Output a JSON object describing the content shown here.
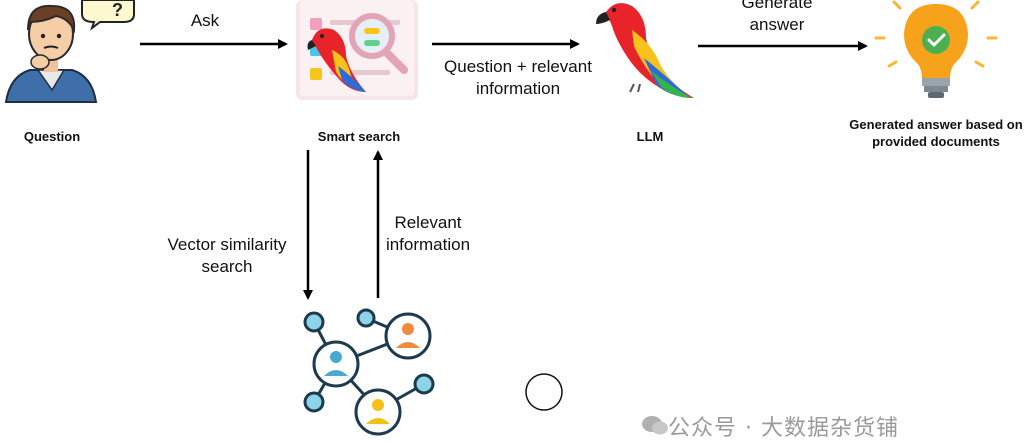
{
  "nodes": {
    "question": {
      "label": "Question",
      "icon": "person-thinking-icon"
    },
    "smart_search": {
      "label": "Smart search",
      "icon": "parrot-search-icon"
    },
    "llm": {
      "label": "LLM",
      "icon": "parrot-icon"
    },
    "answer": {
      "label": "Generated answer based on provided documents",
      "icon": "lightbulb-check-icon"
    },
    "vector_db": {
      "icon": "network-people-icon"
    }
  },
  "edges": {
    "ask": "Ask",
    "question_plus": "Question + relevant information",
    "generate": "Generate answer",
    "vector_search": "Vector similarity search",
    "relevant_info": "Relevant information"
  },
  "watermark": {
    "text": "公众号 · 大数据杂货铺"
  },
  "colors": {
    "arrow": "#000000",
    "bulb": "#f7a21b",
    "check": "#4caf50",
    "network_stroke": "#1d3b4f",
    "network_node": "#8fd3e8"
  }
}
